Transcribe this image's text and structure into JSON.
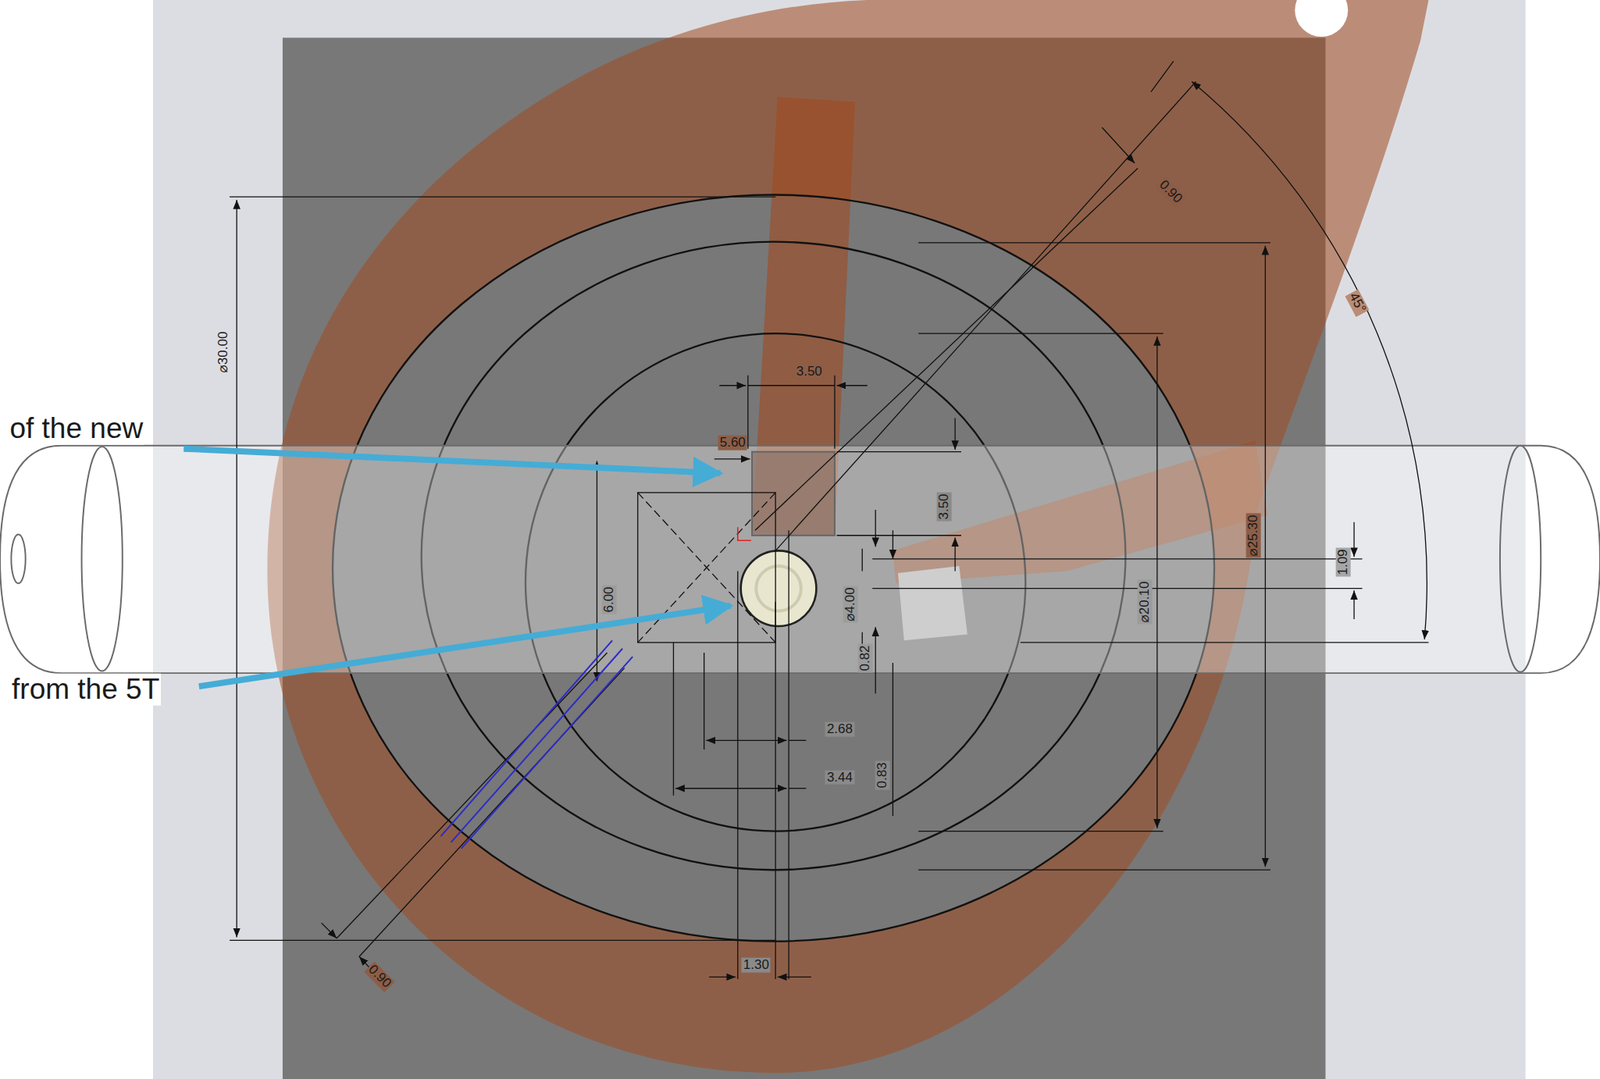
{
  "diagram": {
    "labels": [
      "0.90",
      "45°",
      "⌀30.00",
      "3.50",
      "of the new",
      "5.60",
      "3.50",
      "⌀25.30",
      "1.09",
      "⌀20.10",
      "6.00",
      "⌀4.00",
      "0.82",
      "from the 5T",
      "2.68",
      "3.44",
      "0.83",
      "1.30",
      "0.90"
    ]
  }
}
